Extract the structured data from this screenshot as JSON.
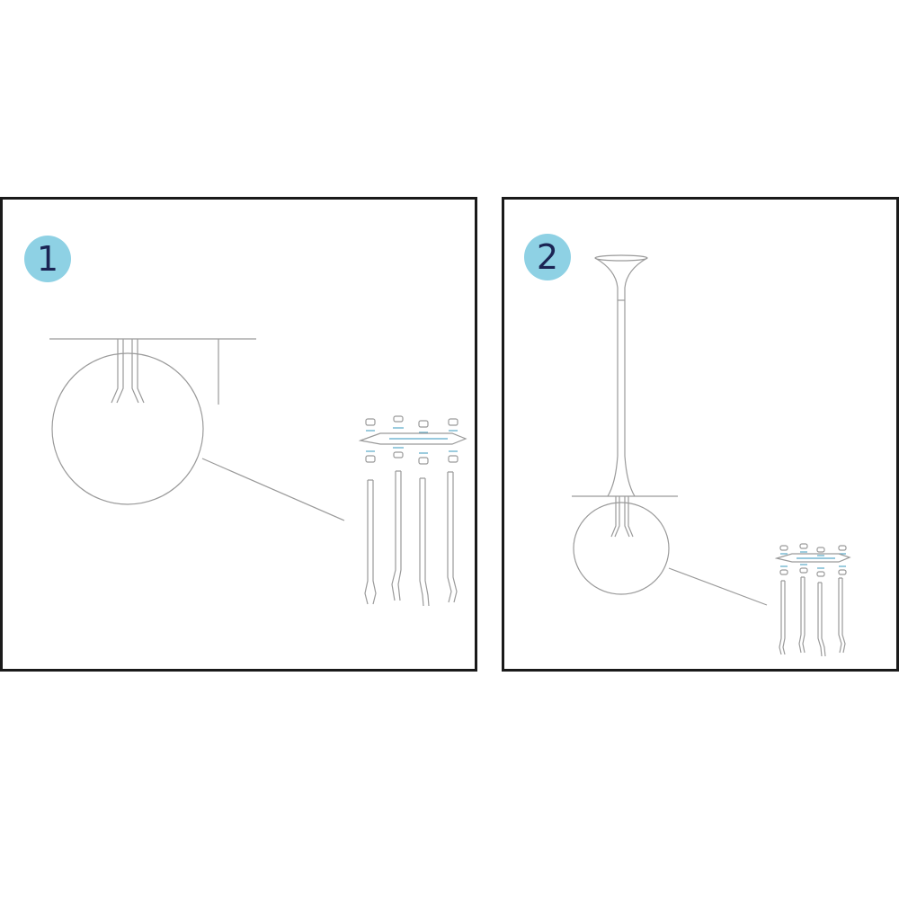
{
  "colors": {
    "badge_fill": "#8ed1e4",
    "badge_text": "#1b2454",
    "frame": "#1a1a1a",
    "line_art": "#9a9a9a",
    "part_accent": "#5aa9c9"
  },
  "steps": [
    {
      "number": "1",
      "illustration": "globe-pendant-with-exploded-rod-parts"
    },
    {
      "number": "2",
      "illustration": "globe-pendant-with-canopy-and-exploded-rod-parts"
    }
  ]
}
